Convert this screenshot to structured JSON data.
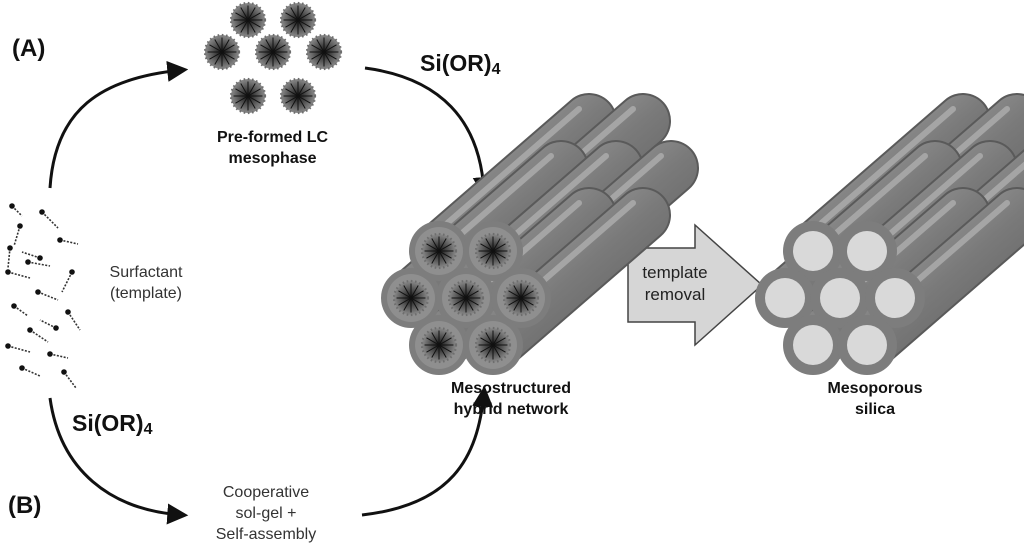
{
  "labels": {
    "panel_a": "(A)",
    "panel_b": "(B)",
    "reagent_top": "Si(OR)",
    "reagent_top_sub": "4",
    "reagent_bottom": "Si(OR)",
    "reagent_bottom_sub": "4",
    "lc_line1": "Pre-formed LC",
    "lc_line2": "mesophase",
    "surf_line1": "Surfactant",
    "surf_line2": "(template)",
    "coop_line1": "Cooperative",
    "coop_line2": "sol-gel +",
    "coop_line3": "Self-assembly",
    "hybrid_line1": "Mesostructured",
    "hybrid_line2": "hybrid network",
    "silica_line1": "Mesoporous",
    "silica_line2": "silica",
    "removal_line1": "template",
    "removal_line2": "removal"
  },
  "colors": {
    "rod_body": "#7d7d7d",
    "rod_end": "#8f8f8f",
    "pore_fill": "#d9d9d9",
    "micelle_dot": "#6e6e6e",
    "arrow": "#111111",
    "block_arrow_fill": "#d6d6d6"
  }
}
